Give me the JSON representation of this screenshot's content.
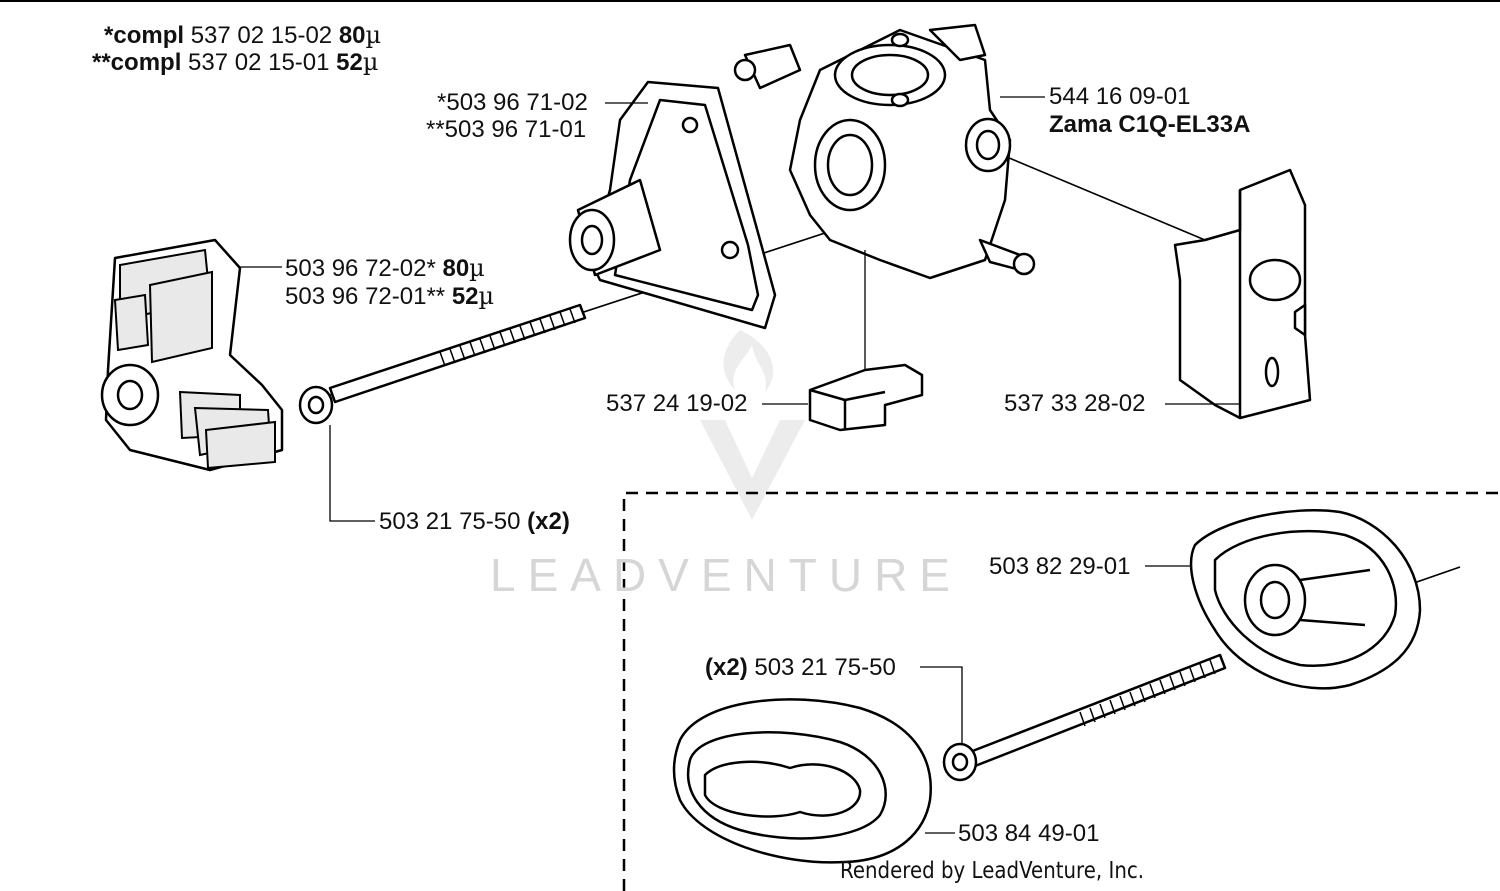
{
  "title": {
    "line1": {
      "prefix": "*compl",
      "part": "537 02 15-02",
      "spec": "80",
      "unit": "µ"
    },
    "line2": {
      "prefix": "**compl",
      "part": "537 02 15-01",
      "spec": "52",
      "unit": "µ"
    }
  },
  "labels": {
    "gasket_a": "*503 96 71-02",
    "gasket_b": "**503 96 71-01",
    "carb_part": "544 16 09-01",
    "carb_model": "Zama C1Q-EL33A",
    "filter_a_part": "503 96 72-02*",
    "filter_a_spec": "80",
    "filter_b_part": "503 96 72-01**",
    "filter_b_spec": "52",
    "unit": "µ",
    "bolt_top_part": "503 21 75-50",
    "bolt_top_qty": "(x2)",
    "block_part": "537 24 19-02",
    "heat_shield_part": "537 33 28-02",
    "holder_part": "503 82 29-01",
    "bolt_bottom_qty": "(x2)",
    "bolt_bottom_part": "503 21 75-50",
    "foam_part": "503 84 49-01"
  },
  "watermark": "LEADVENTURE",
  "footer": "Rendered by LeadVenture, Inc."
}
